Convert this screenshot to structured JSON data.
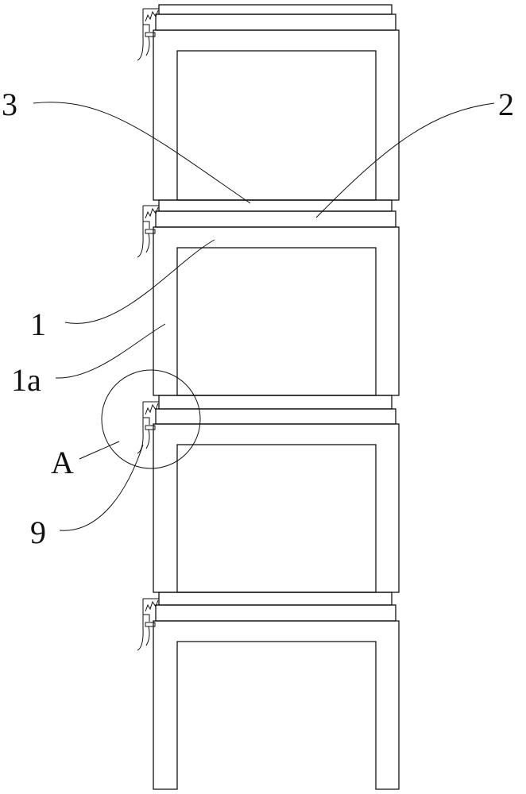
{
  "diagram": {
    "stroke_color": "#111111",
    "background": "#ffffff",
    "labels": {
      "l3": "3",
      "l2": "2",
      "l1": "1",
      "l1a": "1a",
      "lA": "A",
      "l9": "9"
    }
  }
}
